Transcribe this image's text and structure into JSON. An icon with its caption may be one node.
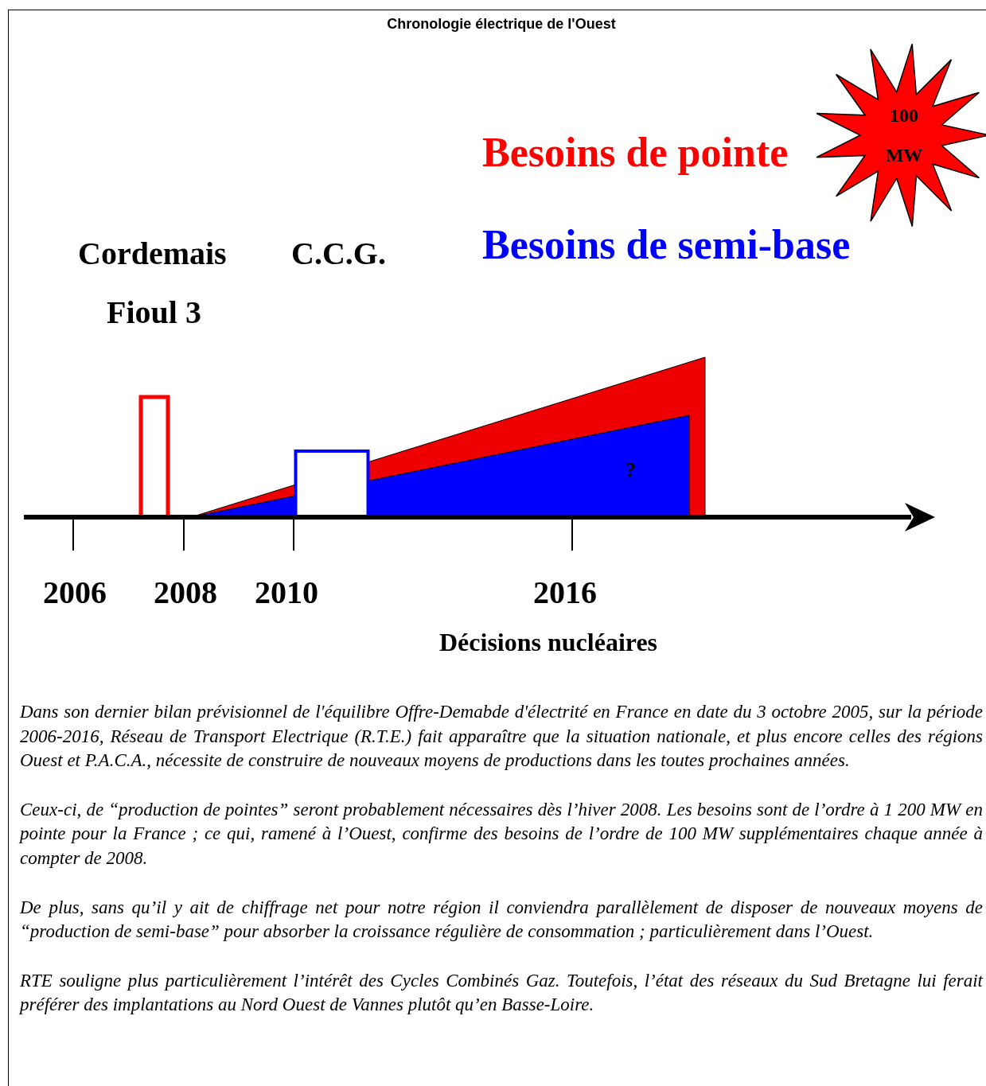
{
  "diagram": {
    "title": "Chronologie électrique de l'Ouest",
    "nodes": [
      {
        "text": [
          "100 MW"
        ]
      },
      {
        "text": [],
        "shape": "bar"
      },
      {
        "text": [],
        "shape": "box"
      }
    ],
    "labels": [
      "Besoins de pointe",
      "Cordemais",
      "C.C.G.",
      "Besoins de semi-base",
      "Fioul 3",
      "?",
      "2006",
      "2008",
      "2010",
      "2016",
      "Décisions nucléaires",
      "Dans son dernier bilan prévisionnel de l'équilibre Offre-Demabde d'électrité en France en date du 3 octobre 2005, sur la période 2006-2016, Réseau de Transport Electrique (R.T.E.) fait apparaître que la situation nationale, et plus encore celles des régions Ouest et P.A.C.A., nécessite de construire de nouveaux moyens de productions dans les toutes prochaines années.",
      "Ceux-ci, de “production de pointes” seront probablement nécessaires dès l’hiver 2008. Les besoins sont de l’ordre à 1 200 MW en pointe pour la France ; ce qui, ramené à l’Ouest, confirme des besoins de l’ordre de 100 MW supplémentaires chaque année à compter de 2008.",
      "De plus, sans qu’il y ait de chiffrage net pour notre région il conviendra parallèlement de disposer de nouveaux moyens de “production de semi-base” pour absorber la croissance régulière de consommation ; particulièrement dans l’Ouest.",
      "RTE souligne plus particulièrement l’intérêt des Cycles Combinés Gaz. Toutefois, l’état des réseaux du Sud Bretagne lui ferait préférer des implantations au Nord Ouest de Vannes plutôt qu’en Basse-Loire."
    ]
  }
}
